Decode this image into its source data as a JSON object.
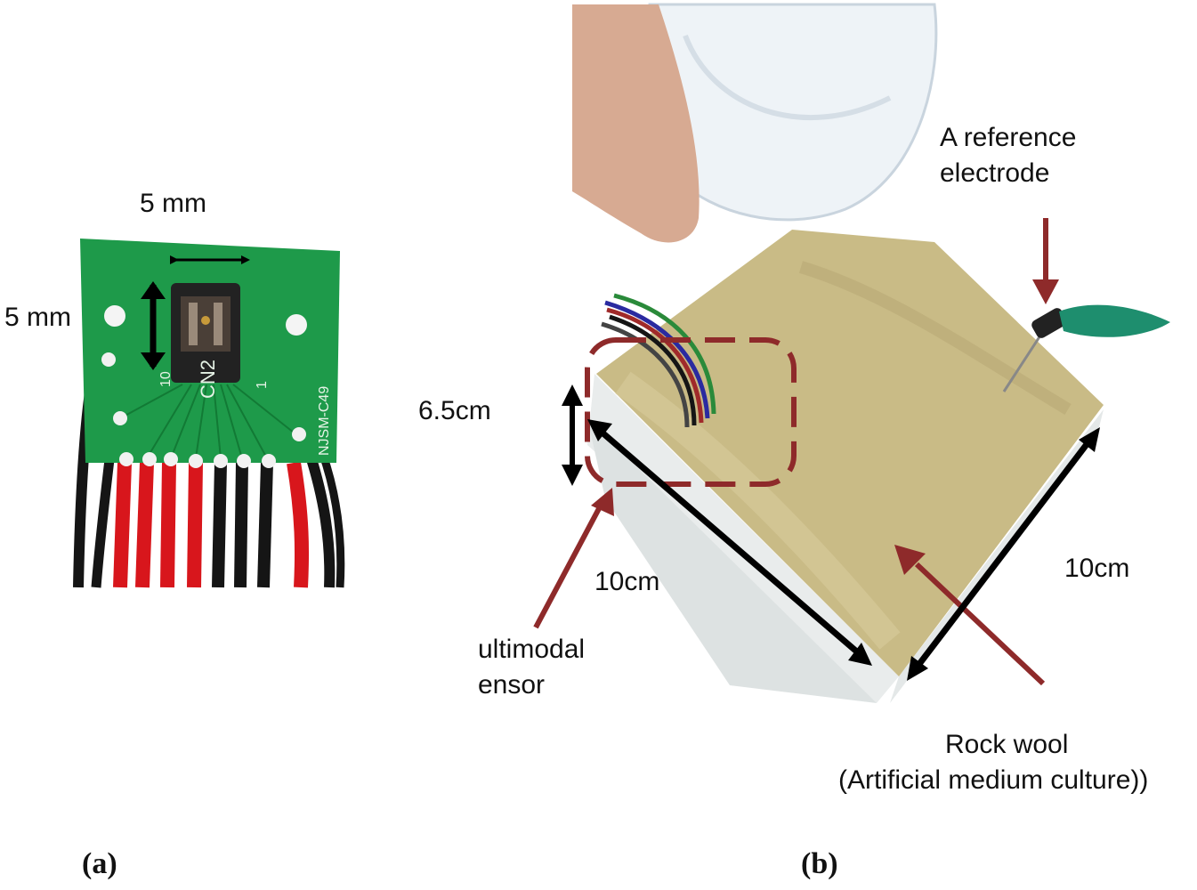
{
  "panel_a": {
    "caption": "(a)",
    "width_label": "5 mm",
    "height_label": "5 mm",
    "pcb_text_connector": "CN2",
    "pcb_text_pin_left": "10",
    "pcb_text_pin_right": "1",
    "pcb_text_part": "NJSM-C49"
  },
  "panel_b": {
    "caption": "(b)",
    "reference_electrode_label_line1": "A reference",
    "reference_electrode_label_line2": "electrode",
    "sensor_height_label": "6.5cm",
    "side_length_left_label": "10cm",
    "side_length_right_label": "10cm",
    "sensor_label_line1": "ultimodal",
    "sensor_label_line2": "ensor",
    "rock_wool_label_line1": "Rock wool",
    "rock_wool_label_line2": "(Artificial medium culture))"
  },
  "colors": {
    "pcb_green": "#1e9a4a",
    "annotation_red": "#8e2a2a",
    "rock_wool": "#c9bb86",
    "wire_red": "#d8161c",
    "wire_black": "#151515"
  }
}
